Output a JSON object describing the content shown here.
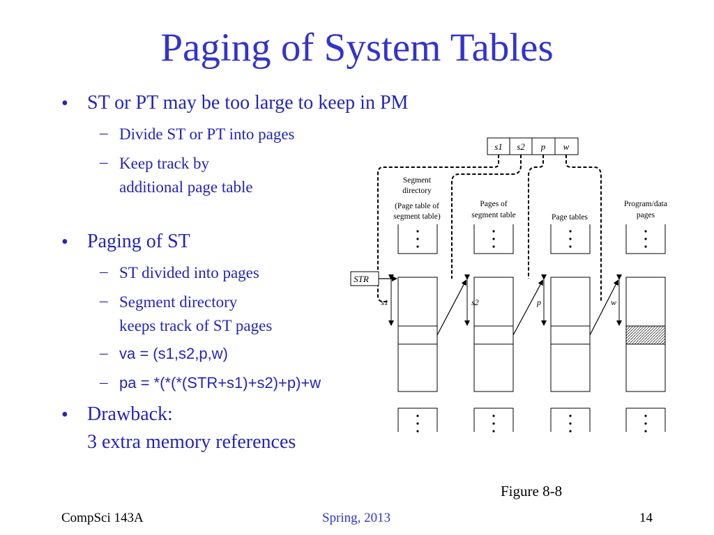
{
  "title": "Paging of System Tables",
  "bullets": [
    {
      "text": "ST or PT may be too large to keep in PM"
    },
    {
      "text": "Paging of ST"
    },
    {
      "line1": "Drawback:",
      "line2": "3 extra memory references"
    }
  ],
  "sub1": [
    {
      "text": "Divide ST or PT into pages"
    },
    {
      "line1": "Keep track by",
      "line2": "additional page table"
    }
  ],
  "sub2": [
    {
      "text": "ST divided into pages"
    },
    {
      "line1": "Segment directory",
      "line2": "keeps track of ST pages"
    },
    {
      "text": "va = (s1,s2,p,w)"
    },
    {
      "text": "pa = *(*(*(STR+s1)+s2)+p)+w"
    }
  ],
  "accent_color": "#2424b8",
  "title_color": "#3333cc",
  "figure": {
    "va_fields": [
      "s1",
      "s2",
      "p",
      "w"
    ],
    "register": "STR",
    "offset_labels": [
      "s1",
      "s2",
      "p",
      "w"
    ],
    "column_labels": [
      [
        "Segment",
        "directory",
        "(Page table of",
        "segment table)"
      ],
      [
        "Pages of",
        "segment table"
      ],
      [
        "Page tables"
      ],
      [
        "Program/data",
        "pages"
      ]
    ],
    "caption": "Figure 8-8"
  },
  "footer": {
    "left": "CompSci 143A",
    "center": "Spring, 2013",
    "right": "14"
  }
}
